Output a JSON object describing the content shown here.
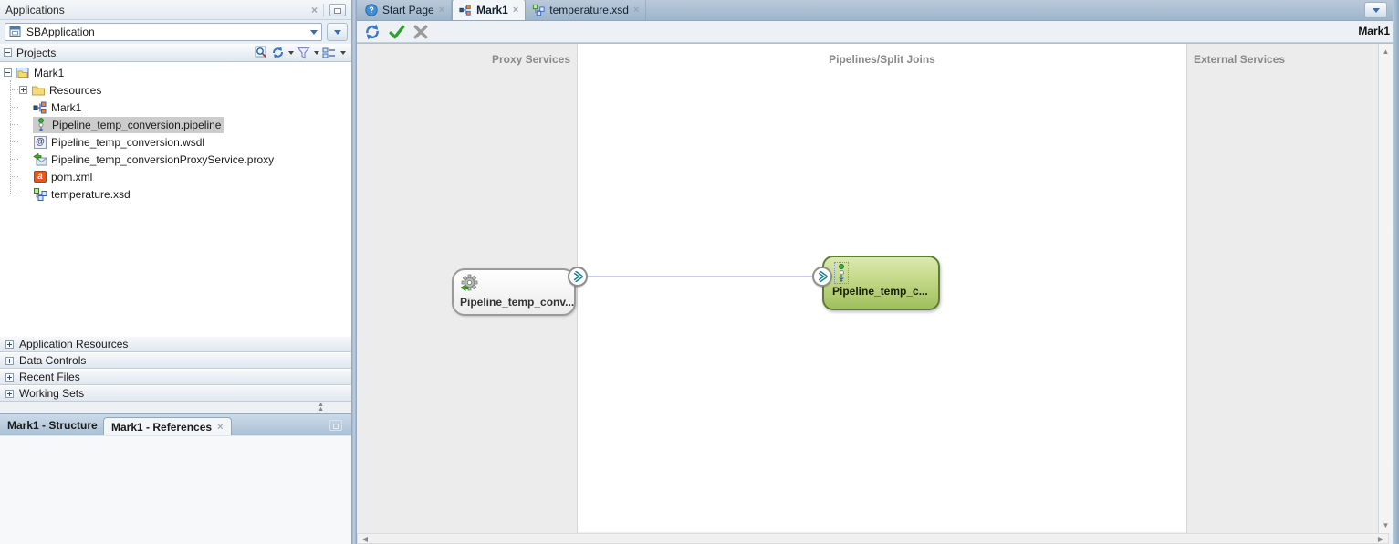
{
  "colors": {
    "pipeline_node_border": "#5e7d33",
    "pipeline_node_fill": "#b5cf79",
    "port_teal": "#0d7f91",
    "connection_line": "#c9c9ee",
    "tree_selection": "#cccccc",
    "canvas_column_gray": "#ececec"
  },
  "left_panel": {
    "header": {
      "title": "Applications"
    },
    "app_selector": {
      "value": "SBApplication"
    },
    "projects": {
      "title": "Projects"
    },
    "tree": {
      "items": [
        {
          "label": "Mark1"
        },
        {
          "label": "Resources"
        },
        {
          "label": "Mark1"
        },
        {
          "label": "Pipeline_temp_conversion.pipeline"
        },
        {
          "label": "Pipeline_temp_conversion.wsdl"
        },
        {
          "label": "Pipeline_temp_conversionProxyService.proxy"
        },
        {
          "label": "pom.xml"
        },
        {
          "label": "temperature.xsd"
        }
      ]
    },
    "accordions": {
      "items": [
        {
          "label": "Application Resources"
        },
        {
          "label": "Data Controls"
        },
        {
          "label": "Recent Files"
        },
        {
          "label": "Working Sets"
        }
      ]
    },
    "bottom_tabs": {
      "structure": "Mark1 - Structure",
      "references": "Mark1 - References"
    }
  },
  "editor": {
    "tabs": {
      "start_page": "Start Page",
      "mark1": "Mark1",
      "temperature": "temperature.xsd"
    },
    "toolbar": {
      "context_label": "Mark1"
    },
    "canvas": {
      "columns": {
        "proxy": "Proxy Services",
        "pipelines": "Pipelines/Split Joins",
        "external": "External Services"
      },
      "proxy_node": {
        "label": "Pipeline_temp_conv..."
      },
      "pipeline_node": {
        "label": "Pipeline_temp_c..."
      }
    }
  },
  "glyphs": {
    "wsdl": "@",
    "pom": "a",
    "help": "?"
  }
}
